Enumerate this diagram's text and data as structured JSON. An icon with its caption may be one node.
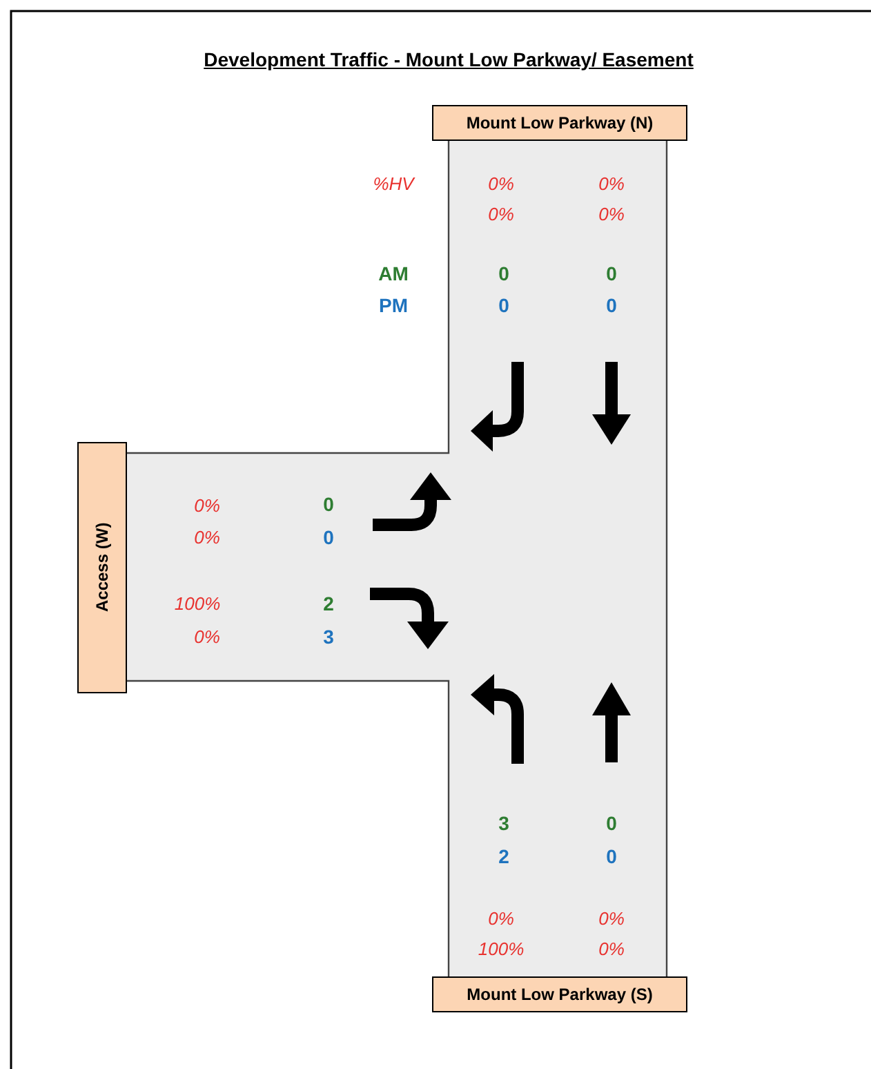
{
  "diagram": {
    "title": "Development Traffic - Mount Low Parkway/ Easement",
    "nodes": [
      {
        "text": [
          "Mount Low Parkway (N)"
        ]
      },
      {
        "text": [
          "Access (W)"
        ]
      },
      {
        "text": [
          "Mount Low Parkway (S)"
        ]
      }
    ],
    "labels": [
      "%HV",
      "0%",
      "0%",
      "0%",
      "0%",
      "AM",
      "0",
      "0",
      "PM",
      "0",
      "0",
      "0%",
      "0",
      "0%",
      "0",
      "100%",
      "2",
      "0%",
      "3",
      "3",
      "0",
      "2",
      "0",
      "0%",
      "0%",
      "100%",
      "0%"
    ]
  }
}
